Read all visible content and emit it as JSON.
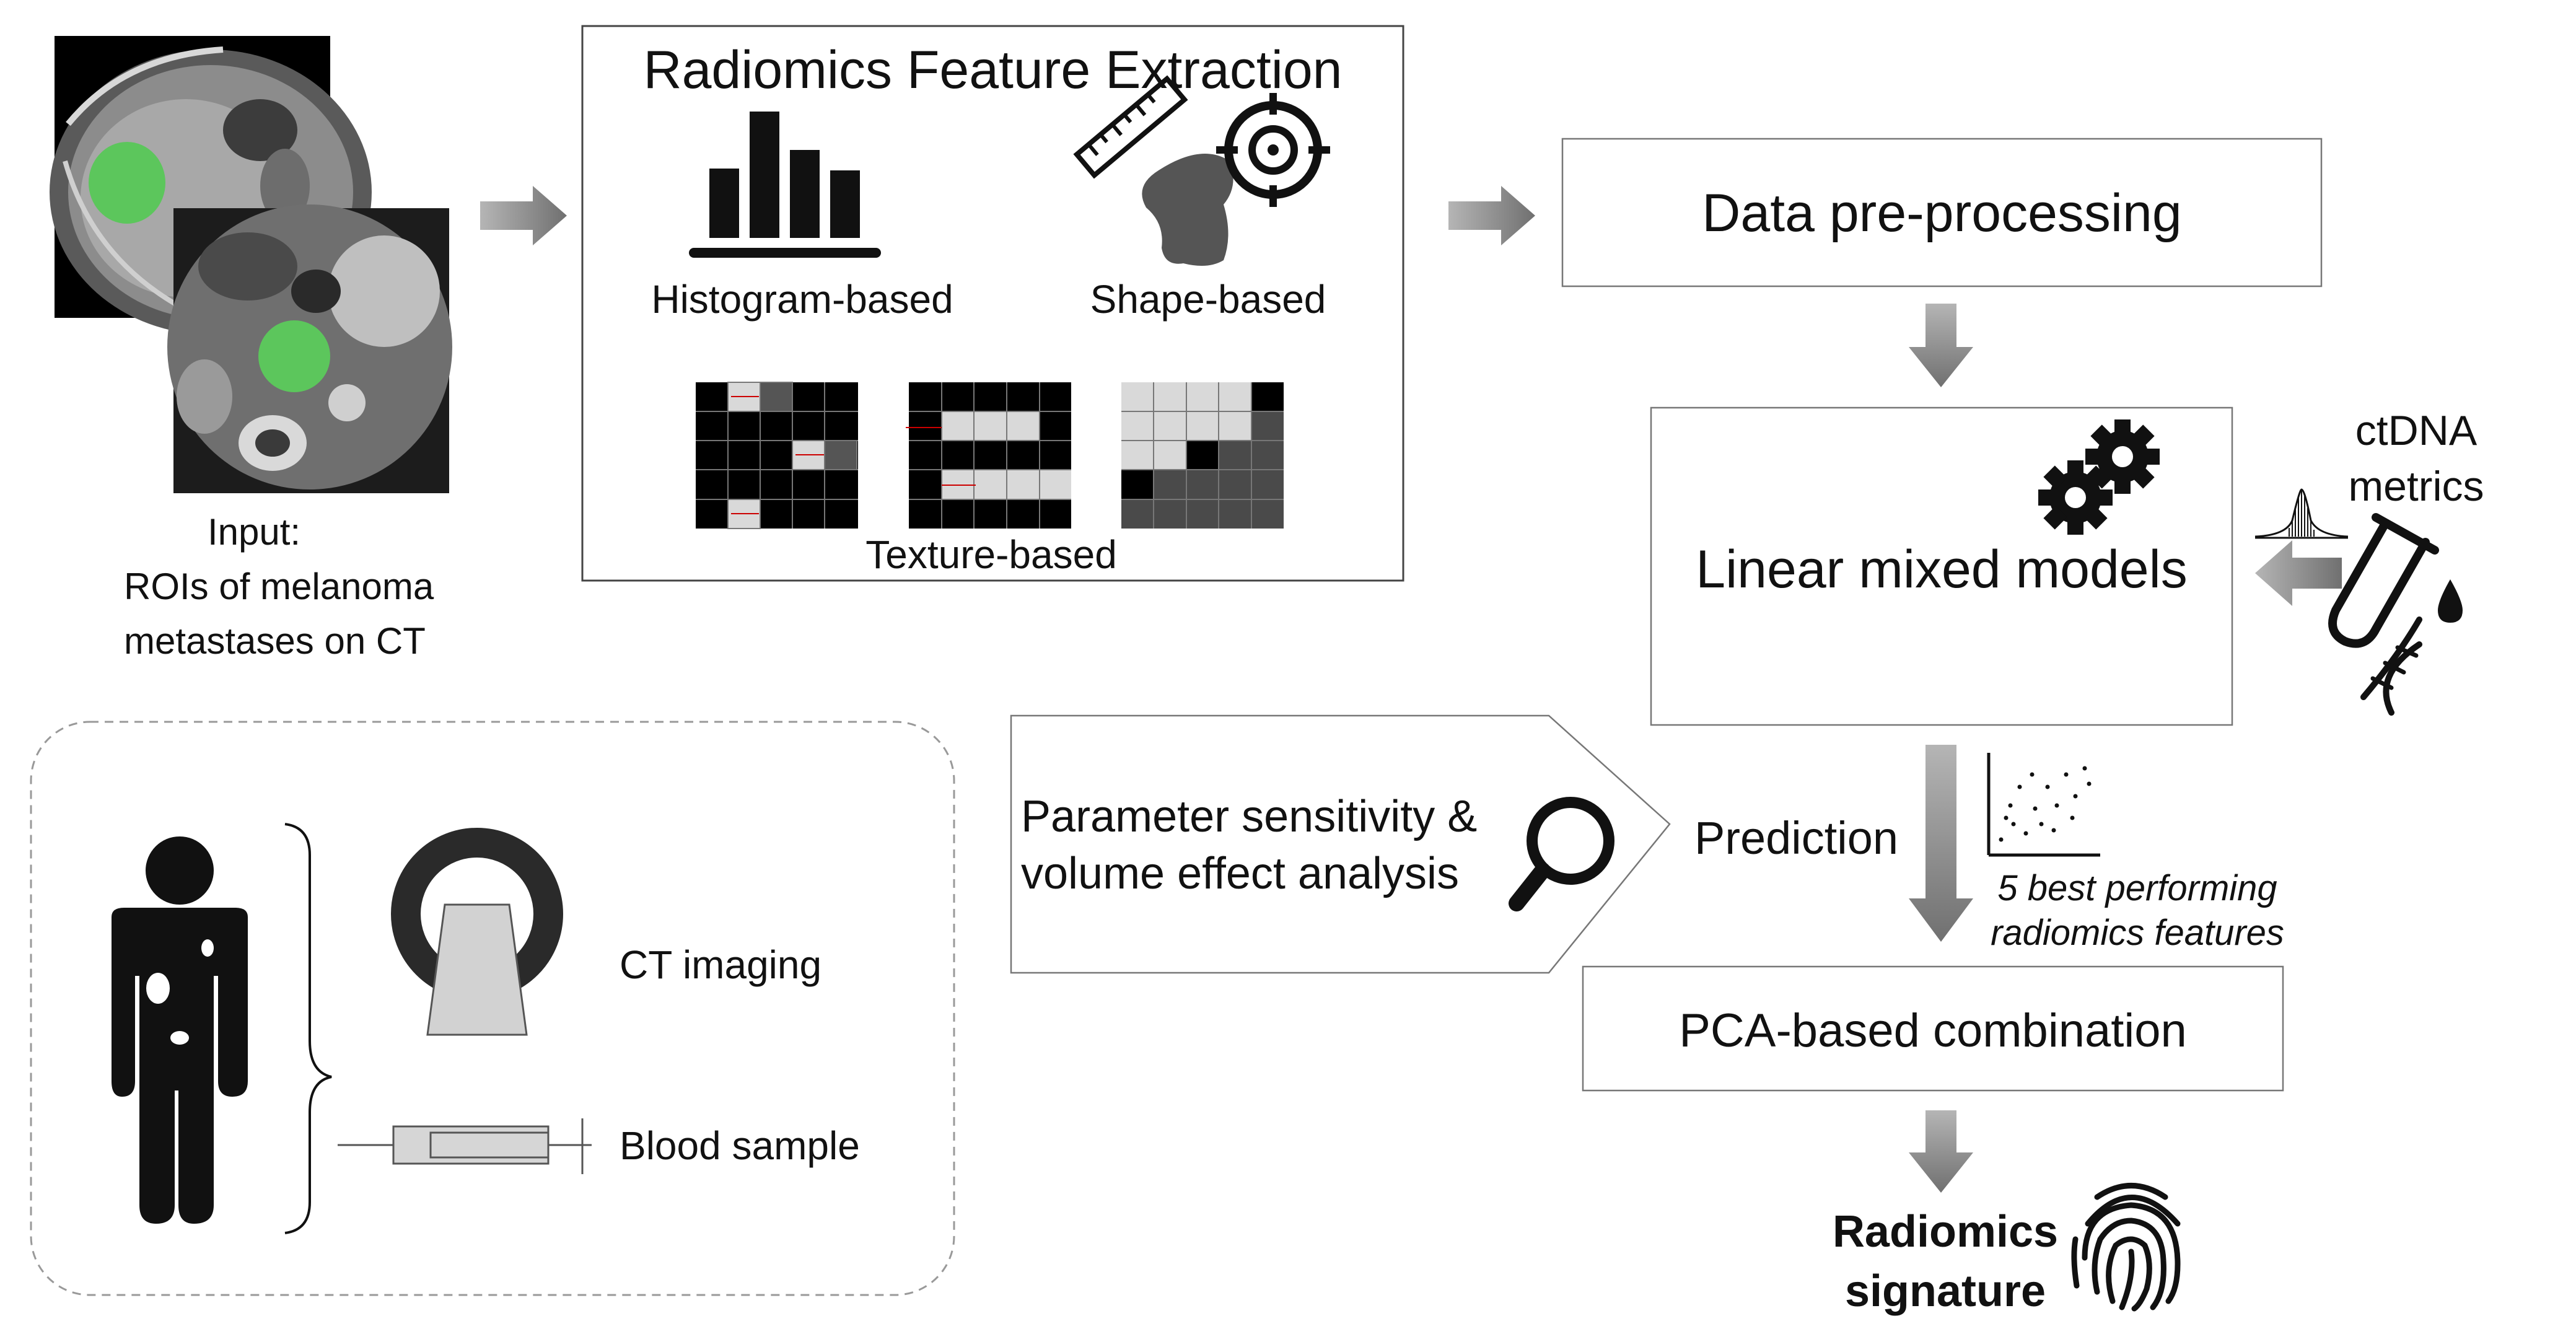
{
  "input": {
    "line1": "Input:",
    "line2": "ROIs of melanoma",
    "line3": "metastases on CT"
  },
  "extraction": {
    "title": "Radiomics Feature Extraction",
    "histogram_label": "Histogram-based",
    "shape_label": "Shape-based",
    "texture_label": "Texture-based"
  },
  "preprocessing": {
    "label": "Data pre-processing"
  },
  "lmm": {
    "label": "Linear mixed models"
  },
  "ctdna": {
    "line1": "ctDNA",
    "line2": "metrics"
  },
  "sensitivity": {
    "line1": "Parameter sensitivity &",
    "line2": "volume effect analysis"
  },
  "prediction": {
    "label": "Prediction"
  },
  "best_features": {
    "line1": "5 best performing",
    "line2": "radiomics features"
  },
  "pca": {
    "label": "PCA-based combination"
  },
  "signature": {
    "line1": "Radiomics",
    "line2": "signature"
  },
  "patient": {
    "ct_label": "CT imaging",
    "blood_label": "Blood sample"
  },
  "colors": {
    "roi_green": "#5cc65c",
    "arrow_gray": "#8c8c8c",
    "icon_black": "#111111",
    "box_border": "#444444"
  }
}
